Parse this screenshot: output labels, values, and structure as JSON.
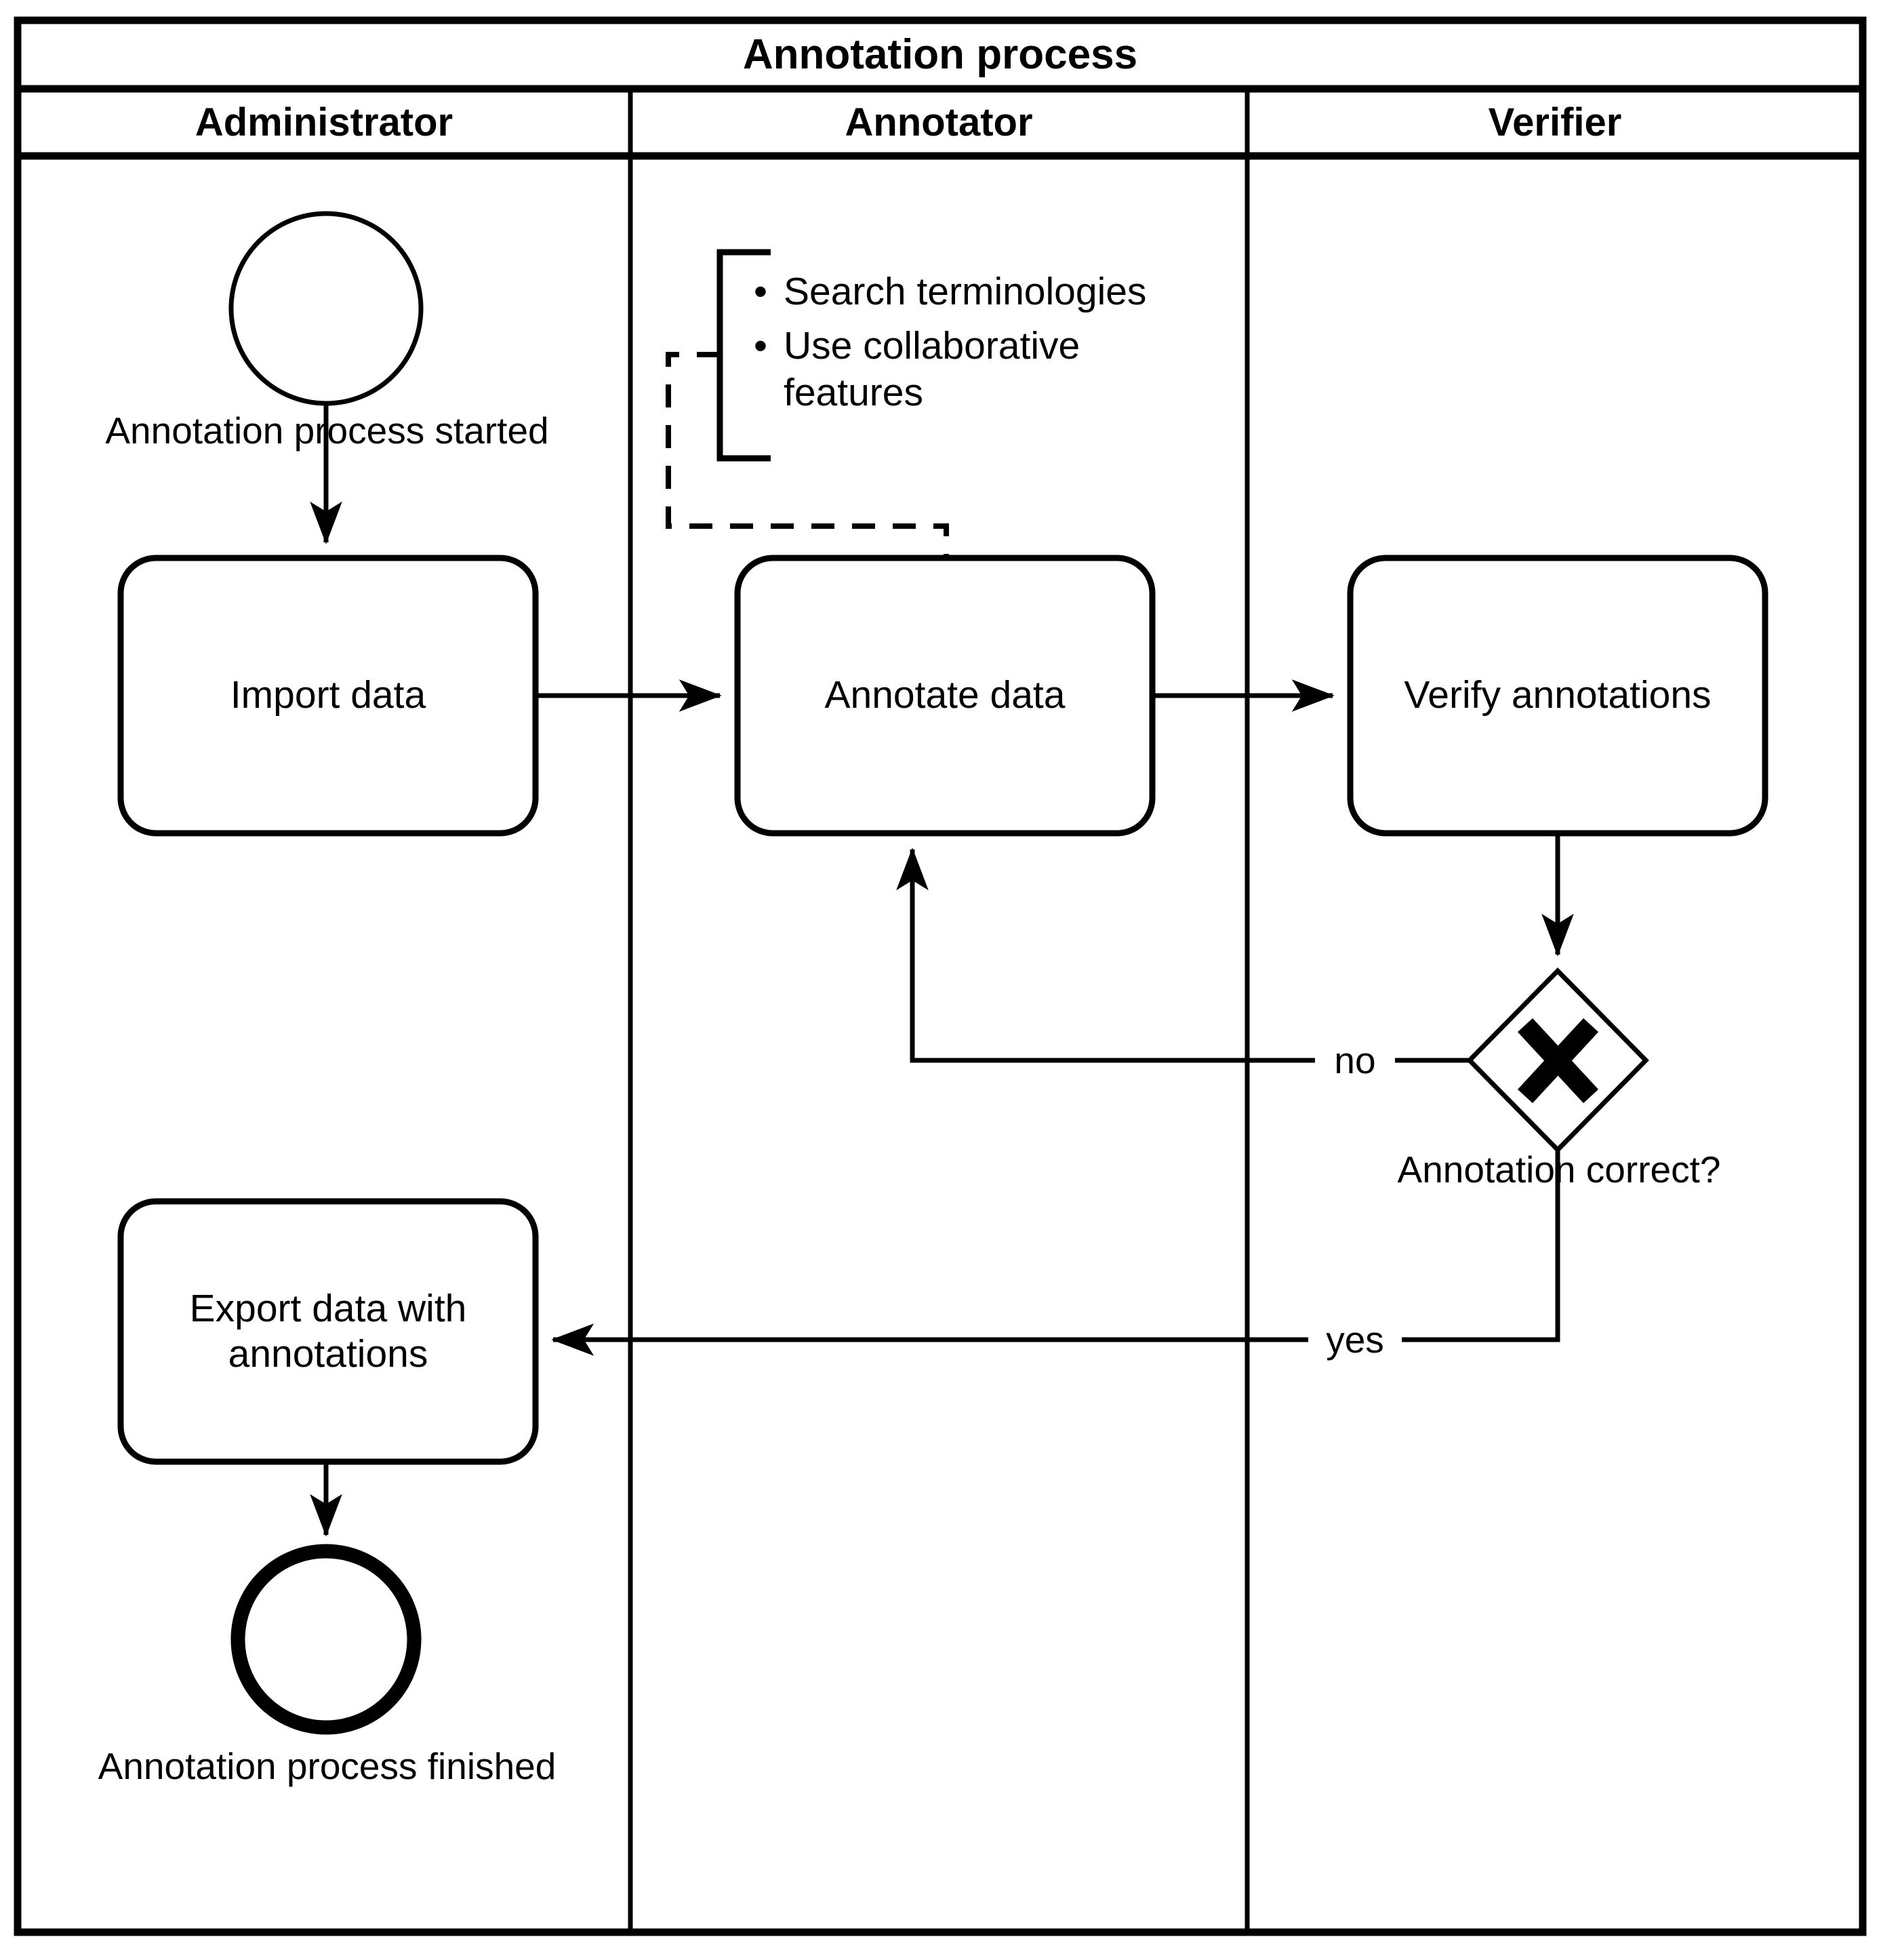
{
  "pool": {
    "title": "Annotation process",
    "lanes": [
      {
        "id": "administrator",
        "label": "Administrator"
      },
      {
        "id": "annotator",
        "label": "Annotator"
      },
      {
        "id": "verifier",
        "label": "Verifier"
      }
    ]
  },
  "nodes": {
    "start_event": {
      "type": "start-event",
      "lane": "administrator",
      "label": "Annotation process started"
    },
    "import_data": {
      "type": "task",
      "lane": "administrator",
      "label": "Import data"
    },
    "annotate_data": {
      "type": "task",
      "lane": "annotator",
      "label": "Annotate data"
    },
    "verify_annotations": {
      "type": "task",
      "lane": "verifier",
      "label": "Verify annotations"
    },
    "gateway": {
      "type": "exclusive-gateway",
      "lane": "verifier",
      "label": "Annotation correct?",
      "marker": "X"
    },
    "export_data": {
      "type": "task",
      "lane": "administrator",
      "label": "Export data with\nannotations",
      "line1": "Export data with",
      "line2": "annotations"
    },
    "end_event": {
      "type": "end-event",
      "lane": "administrator",
      "label": "Annotation process finished"
    }
  },
  "annotation": {
    "lane": "annotator",
    "attached_to": "annotate_data",
    "items": [
      "Search terminologies",
      "Use collaborative features"
    ],
    "bullet_glyph": "•"
  },
  "flows": [
    {
      "from": "start_event",
      "to": "import_data",
      "label": ""
    },
    {
      "from": "import_data",
      "to": "annotate_data",
      "label": ""
    },
    {
      "from": "annotate_data",
      "to": "verify_annotations",
      "label": ""
    },
    {
      "from": "verify_annotations",
      "to": "gateway",
      "label": ""
    },
    {
      "from": "gateway",
      "to": "annotate_data",
      "label": "no"
    },
    {
      "from": "gateway",
      "to": "export_data",
      "label": "yes"
    },
    {
      "from": "export_data",
      "to": "end_event",
      "label": ""
    }
  ],
  "edge_labels": {
    "no": "no",
    "yes": "yes"
  },
  "colors": {
    "stroke": "#000000",
    "background": "#ffffff"
  }
}
